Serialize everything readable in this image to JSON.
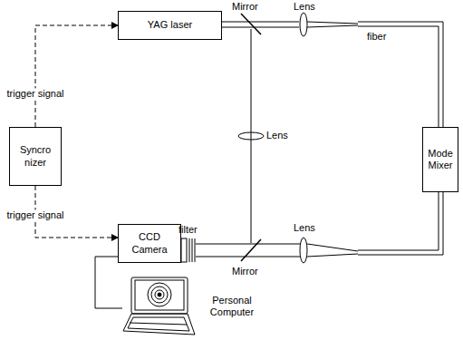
{
  "diagram": {
    "nodes": [
      {
        "text": [
          "YAG laser"
        ]
      },
      {
        "text": [
          "Syncro nizer"
        ]
      },
      {
        "text": [
          "CCD Camera"
        ]
      },
      {
        "text": [
          "Mode Mixer"
        ]
      },
      {
        "text": [
          "Personal Computer"
        ]
      }
    ],
    "edges": [
      {
        "from": 1,
        "to": 0,
        "arrow": "to",
        "label": "trigger signal"
      },
      {
        "from": 1,
        "to": 2,
        "arrow": "to",
        "label": "trigger signal"
      },
      {
        "from": 2,
        "to": 4,
        "arrow": "none"
      }
    ],
    "labels": [
      "Mirror",
      "Lens",
      "fiber",
      "Lens",
      "Mirror",
      "Lens",
      "filter"
    ]
  }
}
